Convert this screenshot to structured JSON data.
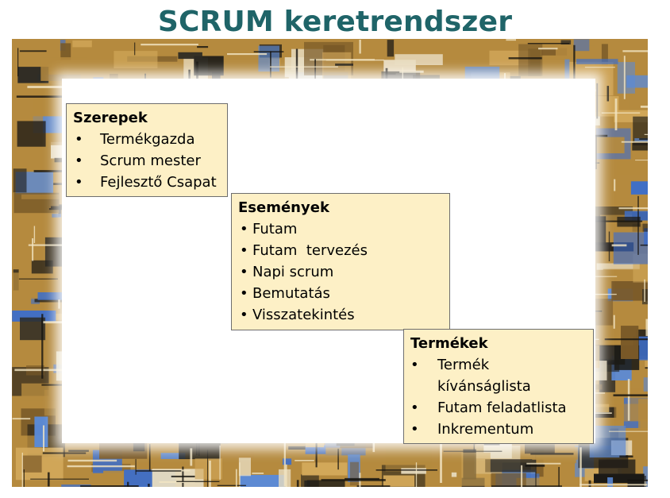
{
  "title": "SCRUM keretrendszer",
  "colors": {
    "title": "#1f6468",
    "box_fill": "#fdf0c6",
    "box_border": "#6e6e6e",
    "frame_gold": "#b58a3e",
    "frame_blue": "#3f6ec7",
    "frame_dark": "#1c1a16"
  },
  "boxes": {
    "szerepek": {
      "heading": "Szerepek",
      "items": [
        "Termékgazda",
        "Scrum mester",
        "Fejlesztő Csapat"
      ]
    },
    "esemenyek": {
      "heading": "Események",
      "items": [
        "Futam",
        "Futam  tervezés",
        "Napi scrum",
        "Bemutatás",
        "Visszatekintés"
      ]
    },
    "termekek": {
      "heading": "Termékek",
      "items": [
        "Termék kívánságlista",
        "Futam feladatlista",
        "Inkrementum"
      ]
    }
  },
  "bullet": "•"
}
